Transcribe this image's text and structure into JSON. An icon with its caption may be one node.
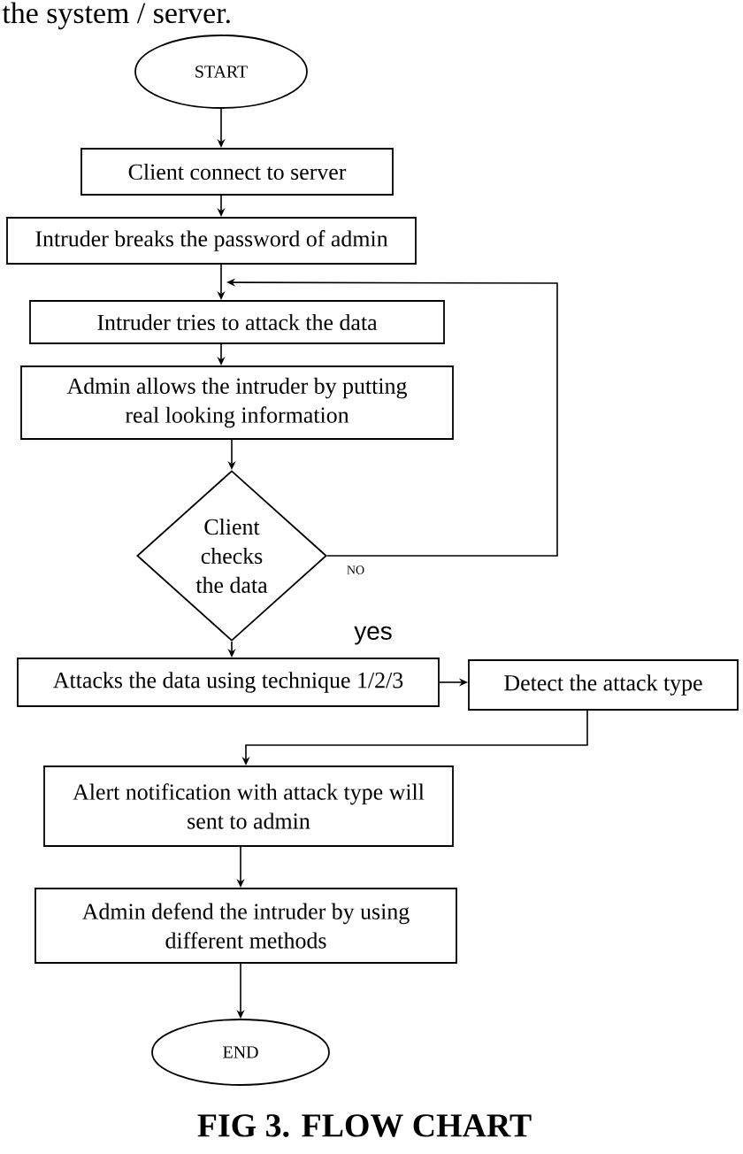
{
  "diagram": {
    "caption": "FIG 3. FLOW CHART",
    "nodes": [
      {
        "text": [
          "START"
        ]
      },
      {
        "text": [
          "Client connect to server"
        ]
      },
      {
        "text": [
          "Intruder breaks the password of admin"
        ]
      },
      {
        "text": [
          "Intruder tries to attack the data"
        ]
      },
      {
        "text": [
          "Admin allows the intruder by putting real looking information"
        ]
      },
      {
        "text": [
          "Client checks the data"
        ]
      },
      {
        "text": [
          "Attacks the data using technique 1/2/3"
        ]
      },
      {
        "text": [
          "Detect the attack type"
        ]
      },
      {
        "text": [
          "Alert notification with attack type will sent to admin"
        ]
      },
      {
        "text": [
          "Admin defend the intruder by using different methods"
        ]
      },
      {
        "text": [
          "END"
        ]
      }
    ],
    "edges": [
      {
        "from": 0,
        "to": 1,
        "arrow": "to"
      },
      {
        "from": 1,
        "to": 2,
        "arrow": "to"
      },
      {
        "from": 2,
        "to": 3,
        "arrow": "to"
      },
      {
        "from": 3,
        "to": 4,
        "arrow": "to"
      },
      {
        "from": 4,
        "to": 5,
        "arrow": "to"
      },
      {
        "from": 5,
        "to": 3,
        "arrow": "to",
        "label": "NO"
      },
      {
        "from": 5,
        "to": 6,
        "arrow": "to",
        "label": "yes"
      },
      {
        "from": 6,
        "to": 7,
        "arrow": "to"
      },
      {
        "from": 7,
        "to": 8,
        "arrow": "to"
      },
      {
        "from": 8,
        "to": 9,
        "arrow": "to"
      },
      {
        "from": 9,
        "to": 10,
        "arrow": "to"
      }
    ],
    "labels": [
      "the system / server."
    ]
  }
}
